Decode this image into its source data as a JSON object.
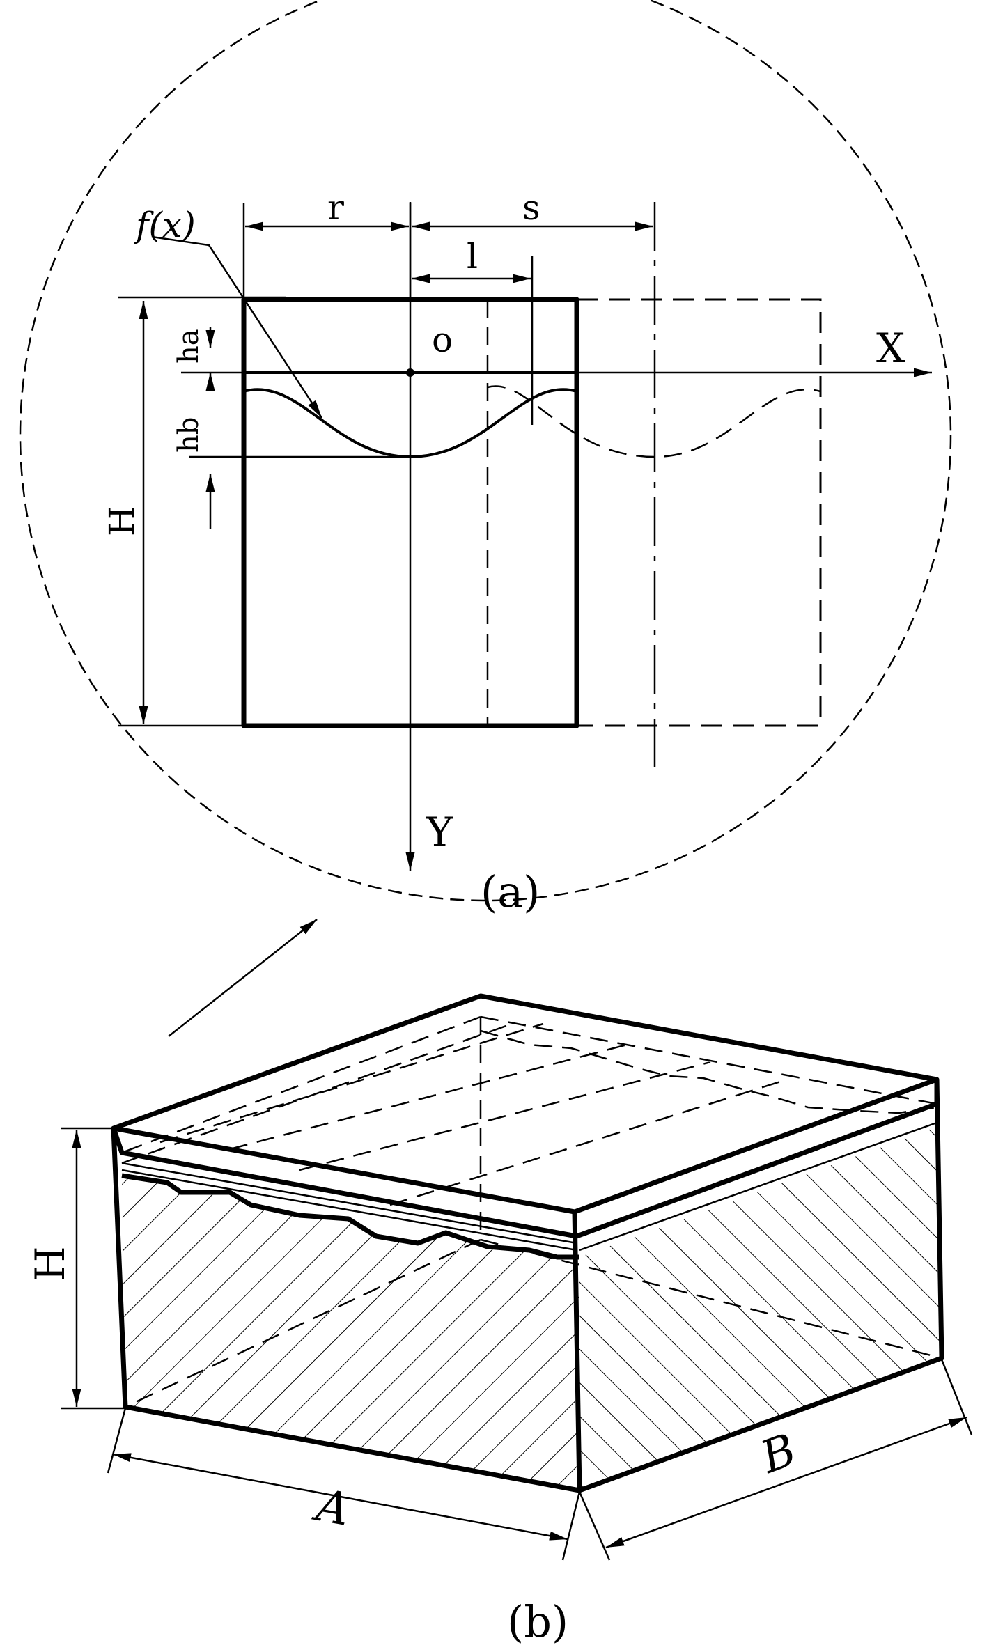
{
  "detail_a": {
    "label_fx": "f(x)",
    "label_r": "r",
    "label_s": "s",
    "label_l": "l",
    "label_o": "o",
    "label_ha": "ha",
    "label_hb": "hb",
    "label_H": "H",
    "label_X": "X",
    "label_Y": "Y",
    "caption": "(a)"
  },
  "view_b": {
    "label_H": "H",
    "label_A": "A",
    "label_B": "B",
    "caption": "(b)"
  }
}
